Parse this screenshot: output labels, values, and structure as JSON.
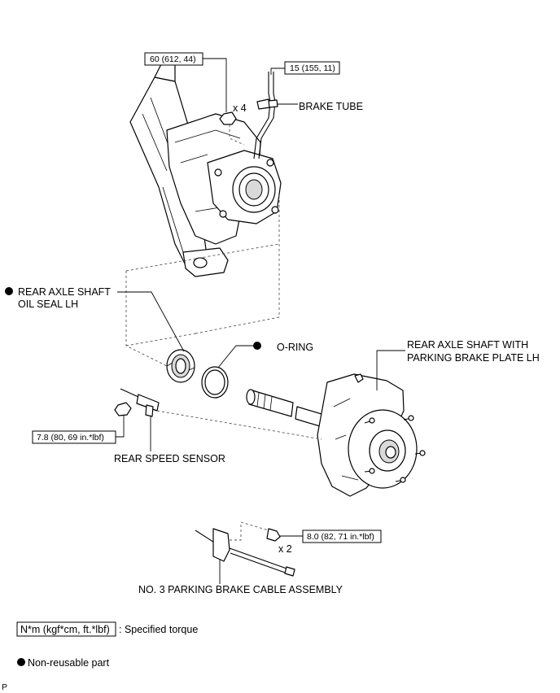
{
  "torque_specs": {
    "hub_nut": "60 (612, 44)",
    "brake_tube": "15 (155, 11)",
    "speed_sensor": "7.8 (80, 69 in.*lbf)",
    "cable_bolt": "8.0 (82, 71 in.*lbf)"
  },
  "quantities": {
    "hub_nut": "x 4",
    "cable_bolt": "x 2"
  },
  "labels": {
    "brake_tube": "BRAKE TUBE",
    "oil_seal_line1": "REAR AXLE SHAFT",
    "oil_seal_line2": "OIL SEAL LH",
    "o_ring": "O-RING",
    "axle_shaft_line1": "REAR AXLE SHAFT WITH",
    "axle_shaft_line2": "PARKING BRAKE PLATE LH",
    "speed_sensor": "REAR SPEED SENSOR",
    "parking_cable": "NO. 3 PARKING BRAKE CABLE ASSEMBLY"
  },
  "legend": {
    "unit_box": "N*m (kgf*cm, ft.*lbf)",
    "unit_desc": ": Specified torque",
    "non_reusable": "Non-reusable part"
  },
  "footer_mark": "P"
}
